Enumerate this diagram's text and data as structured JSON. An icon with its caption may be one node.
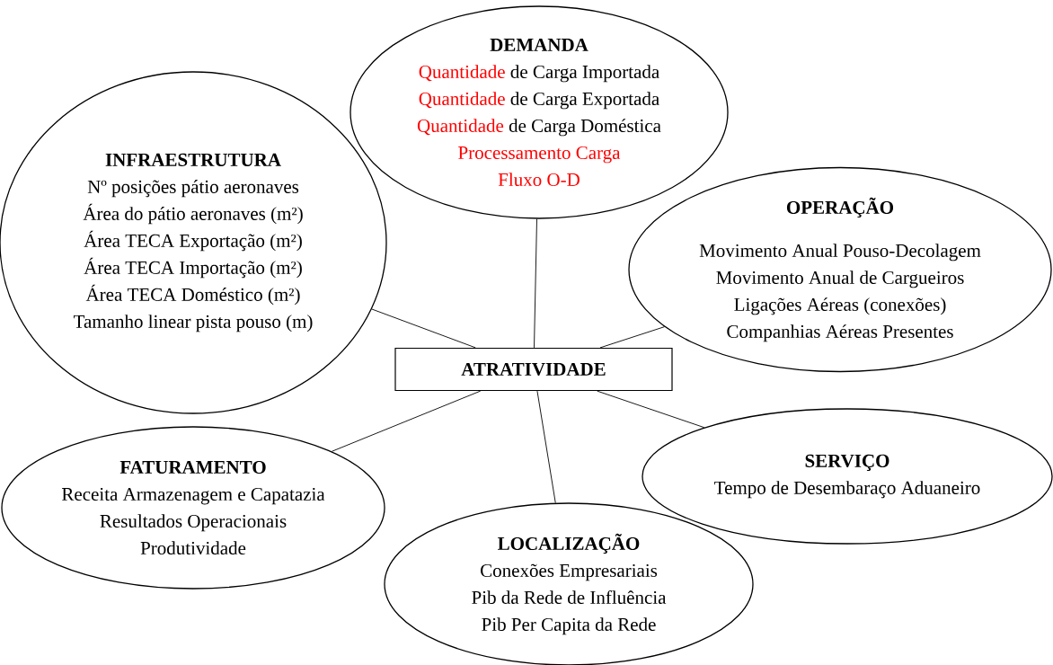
{
  "diagram": {
    "nodes": [
      {
        "text": [
          "DEMANDA",
          "Quantidade",
          "de Carga Importada",
          "Quantidade",
          "de Carga Exportada",
          "Quantidade",
          "de Carga Doméstica",
          "Processamento Carga",
          "Fluxo O-D"
        ]
      },
      {
        "text": [
          "INFRAESTRUTURA",
          "Nº posições pátio aeronaves",
          "Área do pátio aeronaves (m²)",
          "Área TECA Exportação (m²)",
          "Área TECA Importação (m²)",
          "Área TECA Doméstico (m²)",
          "Tamanho linear pista pouso (m)"
        ]
      },
      {
        "text": [
          "OPERAÇÃO",
          "Movimento Anual Pouso-Decolagem",
          "Movimento Anual de Cargueiros",
          "Ligações Aéreas (conexões)",
          "Companhias Aéreas Presentes"
        ]
      },
      {
        "text": [
          "ATRATIVIDADE"
        ]
      },
      {
        "text": [
          "SERVIÇO",
          "Tempo de Desembaraço Aduaneiro"
        ]
      },
      {
        "text": [
          "FATURAMENTO",
          "Receita Armazenagem e Capatazia",
          "Resultados Operacionais",
          "Produtividade"
        ]
      },
      {
        "text": [
          "LOCALIZAÇÃO",
          "Conexões Empresariais",
          "Pib da Rede de Influência",
          "Pib Per Capita da Rede"
        ]
      }
    ],
    "edges": [
      {
        "from": 3,
        "to": 0,
        "arrow": "none"
      },
      {
        "from": 3,
        "to": 1,
        "arrow": "none"
      },
      {
        "from": 3,
        "to": 2,
        "arrow": "none"
      },
      {
        "from": 3,
        "to": 4,
        "arrow": "none"
      },
      {
        "from": 3,
        "to": 5,
        "arrow": "none"
      },
      {
        "from": 3,
        "to": 6,
        "arrow": "none"
      }
    ]
  }
}
